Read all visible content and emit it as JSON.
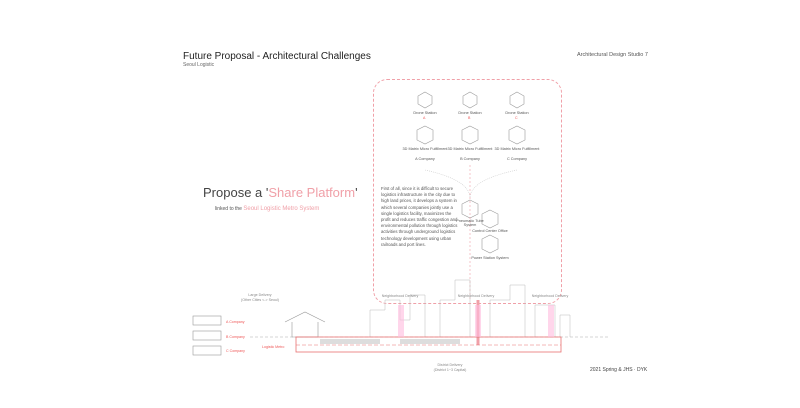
{
  "header": {
    "title": "Future Proposal - Architectural Challenges",
    "subtitle": "Seoul Logistic",
    "studio": "Architectural Design Studio 7"
  },
  "proposal": {
    "prefix": "Propose a '",
    "highlight": "Share Platform",
    "suffix": "'",
    "linked_prefix": "linked to the",
    "linked_highlight": "Seoul Logistic Metro System"
  },
  "drone_stations": [
    {
      "label": "Drone Station",
      "code": "A"
    },
    {
      "label": "Drone Station",
      "code": "B"
    },
    {
      "label": "Drone Station",
      "code": "C"
    }
  ],
  "fulfillment": [
    {
      "label": "3D Matrix Micro Fulfillment",
      "company": "A Company"
    },
    {
      "label": "3D Matrix Micro Fulfillment",
      "company": "B Company"
    },
    {
      "label": "3D Matrix Micro Fulfillment",
      "company": "C Company"
    }
  ],
  "description": "First of all, since it is difficult to secure logistics infrastructure in the city due to high land prices, it develops a system in which several companies jointly use a single logistics facility, maximizes the profit and reduces traffic congestion and environmental pollution through logistics activities through underground logistics technology development using urban railroads and port lines.",
  "systems": {
    "pneumatic": "Pneumatic Tube System",
    "control": "Control Center Office",
    "power": "Power Station System"
  },
  "section": {
    "large_delivery": "Large Delivery",
    "large_delivery_sub": "(Other Cities <-> Seoul)",
    "trucks": [
      "A Company",
      "B Company",
      "C Company"
    ],
    "logistic_metro": "Logistic Metro",
    "neighborhood": [
      "Neighborhood Delivery",
      "Neighborhood Delivery",
      "Neighborhood Delivery"
    ],
    "district": "District Delivery",
    "district_sub": "(District 1~3 Capital)"
  },
  "footer": {
    "credit": "2021 Spring & JHS · DYK"
  }
}
